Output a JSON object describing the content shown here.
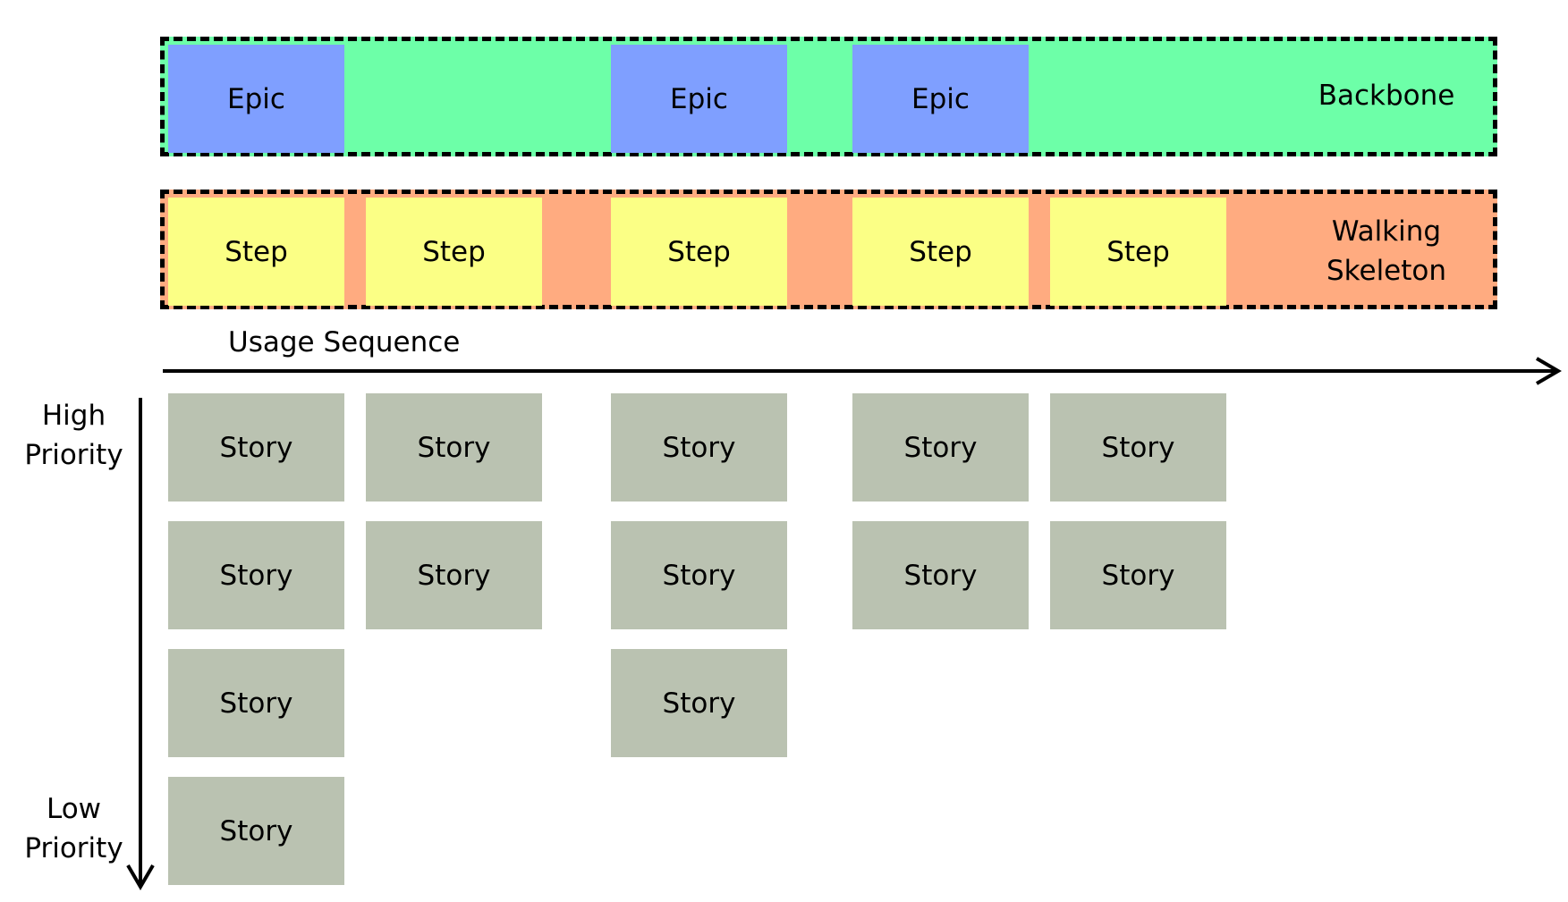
{
  "colors": {
    "backbone_fill": "#6dffa8",
    "skeleton_fill": "#ffab80",
    "epic_fill": "#7f9fff",
    "step_fill": "#fbff85",
    "story_fill": "#bac2b1",
    "border": "#000000"
  },
  "backbone": {
    "label": "Backbone",
    "epics": [
      {
        "label": "Epic",
        "column": 0
      },
      {
        "label": "Epic",
        "column": 2
      },
      {
        "label": "Epic",
        "column": 3
      }
    ]
  },
  "skeleton": {
    "label_line1": "Walking",
    "label_line2": "Skeleton",
    "steps": [
      {
        "label": "Step",
        "column": 0
      },
      {
        "label": "Step",
        "column": 1
      },
      {
        "label": "Step",
        "column": 2
      },
      {
        "label": "Step",
        "column": 3
      },
      {
        "label": "Step",
        "column": 4
      }
    ]
  },
  "usage_axis": {
    "label": "Usage Sequence"
  },
  "priority_axis": {
    "high_line1": "High",
    "high_line2": "Priority",
    "low_line1": "Low",
    "low_line2": "Priority"
  },
  "stories": [
    {
      "label": "Story",
      "column": 0,
      "row": 0
    },
    {
      "label": "Story",
      "column": 1,
      "row": 0
    },
    {
      "label": "Story",
      "column": 2,
      "row": 0
    },
    {
      "label": "Story",
      "column": 3,
      "row": 0
    },
    {
      "label": "Story",
      "column": 4,
      "row": 0
    },
    {
      "label": "Story",
      "column": 0,
      "row": 1
    },
    {
      "label": "Story",
      "column": 1,
      "row": 1
    },
    {
      "label": "Story",
      "column": 2,
      "row": 1
    },
    {
      "label": "Story",
      "column": 3,
      "row": 1
    },
    {
      "label": "Story",
      "column": 4,
      "row": 1
    },
    {
      "label": "Story",
      "column": 0,
      "row": 2
    },
    {
      "label": "Story",
      "column": 2,
      "row": 2
    },
    {
      "label": "Story",
      "column": 0,
      "row": 3
    }
  ]
}
